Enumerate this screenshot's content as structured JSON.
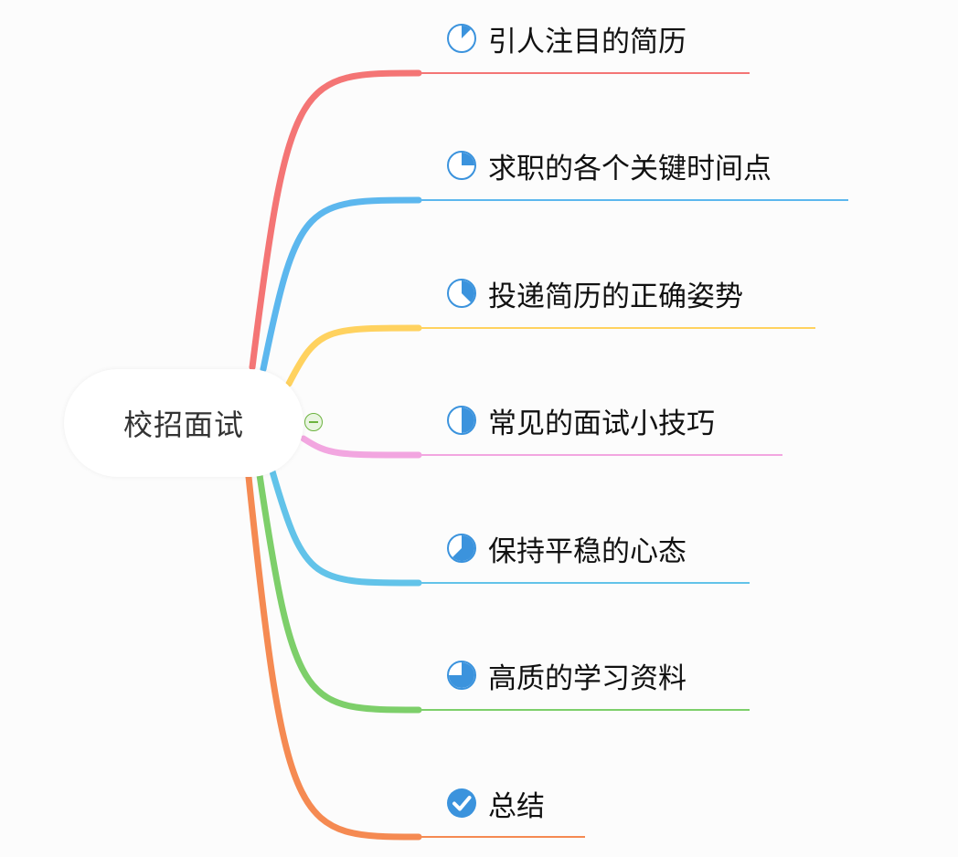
{
  "mindmap": {
    "root": {
      "label": "校招面试"
    },
    "branches": [
      {
        "label": "引人注目的简历",
        "color": "#f47575",
        "icon": "progress-1-8-icon",
        "progress": 0.125
      },
      {
        "label": "求职的各个关键时间点",
        "color": "#5cb7ee",
        "icon": "progress-1-4-icon",
        "progress": 0.25
      },
      {
        "label": "投递简历的正确姿势",
        "color": "#ffd25f",
        "icon": "progress-3-8-icon",
        "progress": 0.375
      },
      {
        "label": "常见的面试小技巧",
        "color": "#f2a6e0",
        "icon": "progress-1-2-icon",
        "progress": 0.5
      },
      {
        "label": "保持平稳的心态",
        "color": "#62c3e9",
        "icon": "progress-5-8-icon",
        "progress": 0.625
      },
      {
        "label": "高质的学习资料",
        "color": "#7dcf6a",
        "icon": "progress-3-4-icon",
        "progress": 0.75
      },
      {
        "label": "总结",
        "color": "#f58a52",
        "icon": "check-circle-icon",
        "progress": 1.0
      }
    ],
    "icon_color": "#3b93dd"
  }
}
